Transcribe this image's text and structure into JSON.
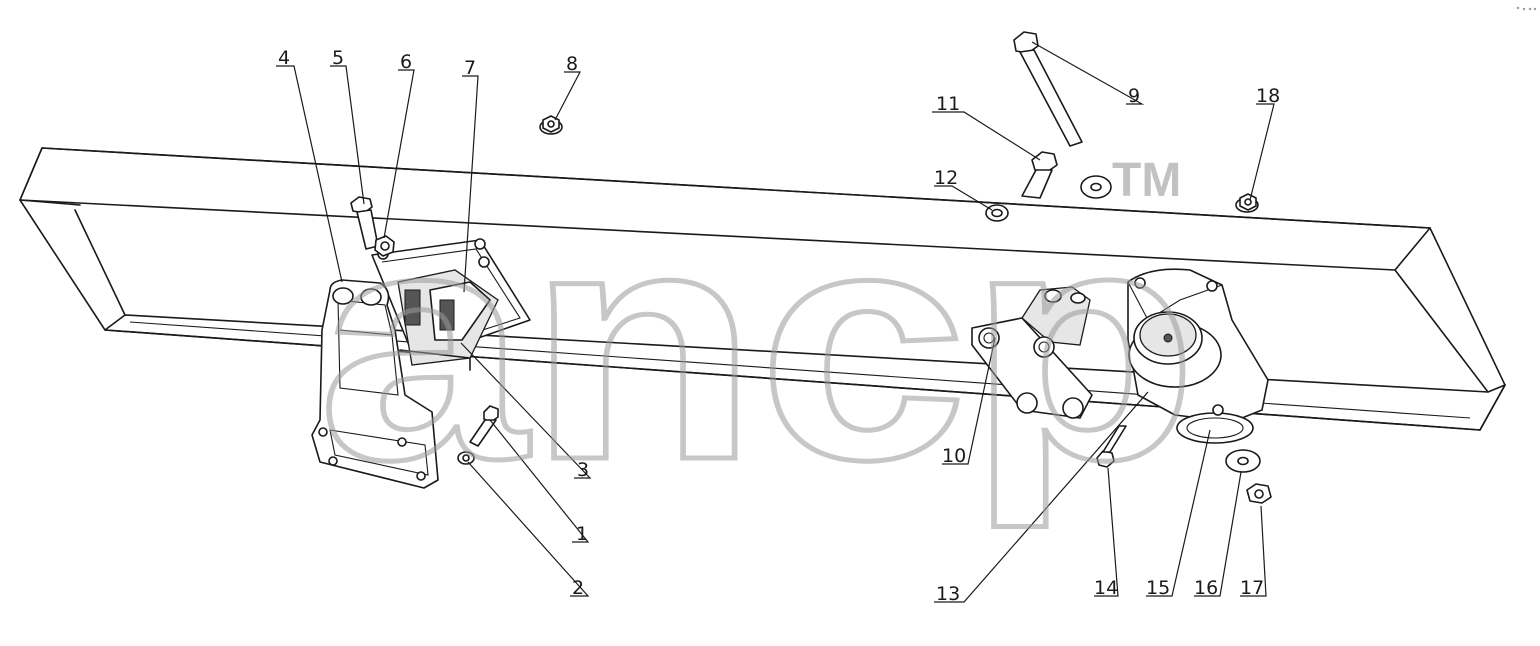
{
  "watermark": {
    "text": "ancp",
    "trademark": "TM"
  },
  "callouts": {
    "c1": "1",
    "c2": "2",
    "c3": "3",
    "c4": "4",
    "c5": "5",
    "c6": "6",
    "c7": "7",
    "c8": "8",
    "c9": "9",
    "c10": "10",
    "c11": "11",
    "c12": "12",
    "c13": "13",
    "c14": "14",
    "c15": "15",
    "c16": "16",
    "c17": "17",
    "c18": "18"
  },
  "colors": {
    "line": "#1a1a1a",
    "watermark": "#9a9a9a",
    "background": "#ffffff"
  }
}
